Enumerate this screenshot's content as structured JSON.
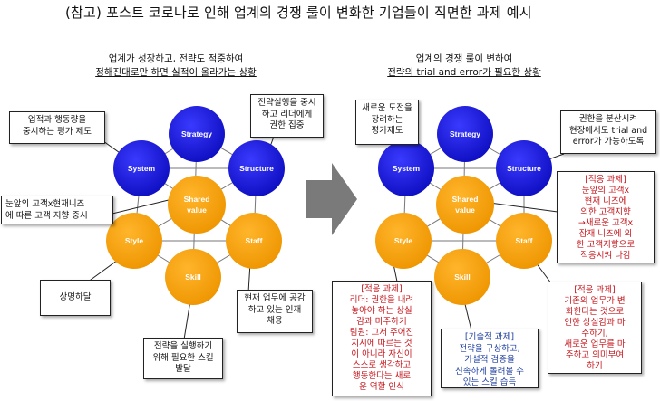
{
  "title": "(참고) 포스트 코로나로 인해 업계의 경쟁 룰이 변화한 기업들이 직면한 과제 예시",
  "left": {
    "subtitle": [
      "업계가 성장하고, 전략도 적중하여",
      "정해진대로만 하면 실적이 올라가는 상황"
    ],
    "circles": {
      "strategy": "Strategy",
      "system": "System",
      "structure": "Structure",
      "shared": [
        "Shared",
        "value"
      ],
      "style": "Style",
      "staff": "Staff",
      "skill": "Skill"
    },
    "callouts": {
      "system": [
        "업적과 행동량을",
        "중시하는 평가 제도"
      ],
      "structure": [
        "전략실행을 중시",
        "하고 리더에게",
        "권한 집중"
      ],
      "shared": [
        "눈앞의 고객x현재니즈",
        "에 따른 고객 지향 중시"
      ],
      "style": [
        "상명하달"
      ],
      "staff": [
        "현재 업무에 공감",
        "하고 있는 인재",
        "채용"
      ],
      "skill": [
        "전략을 실행하기",
        "위해 필요한 스킬",
        "발달"
      ]
    }
  },
  "right": {
    "subtitle": [
      "업계의 경쟁 룰이 변하여",
      "전략의 trial and error가 필요한 상황"
    ],
    "circles": {
      "strategy": "Strategy",
      "system": "System",
      "structure": "Structure",
      "shared": [
        "Shared",
        "value"
      ],
      "style": "Style",
      "staff": "Staff",
      "skill": "Skill"
    },
    "callouts": {
      "system": [
        "새로운 도전을",
        "장려하는",
        "평가제도"
      ],
      "structure": [
        "권한을 분산시켜",
        "현장에서도 trial and",
        "error가 가능하도록"
      ],
      "shared": [
        "[적응 과제]",
        "눈앞의 고객x",
        "현재 니즈에",
        "의한 고객지향",
        "→새로운 고객x",
        "잠재 니즈에 의",
        "한 고객지향으로",
        "적응시켜 나감"
      ],
      "style": [
        "[적응 과제]",
        "리더: 권한을 내려",
        "놓아야 하는 상실",
        "감과 마주하기",
        "팀원: 그저 주어진",
        "지시에 따르는 것",
        "이 아니라 자신이",
        "스스로 생각하고",
        "행동한다는 새로",
        "운 역할 인식"
      ],
      "skill": [
        "[기술적 과제]",
        "전략을 구상하고,",
        "가설적 검증을",
        "신속하게 돌려볼 수",
        "있는 스킬 습득"
      ],
      "staff": [
        "[적응 과제]",
        "기존의 업무가 변",
        "화한다는 것으로",
        "인한 상실감과 마",
        "주하기,",
        "새로운 업무를 마",
        "주하고 의미부여",
        "하기"
      ]
    }
  },
  "colors": {
    "blue_node": "#1a1ad6",
    "orange_node": "#f5a000",
    "arrow": "#7a7a7a",
    "adaptive_text": "#c4161c",
    "technical_text": "#1d3f9e"
  }
}
